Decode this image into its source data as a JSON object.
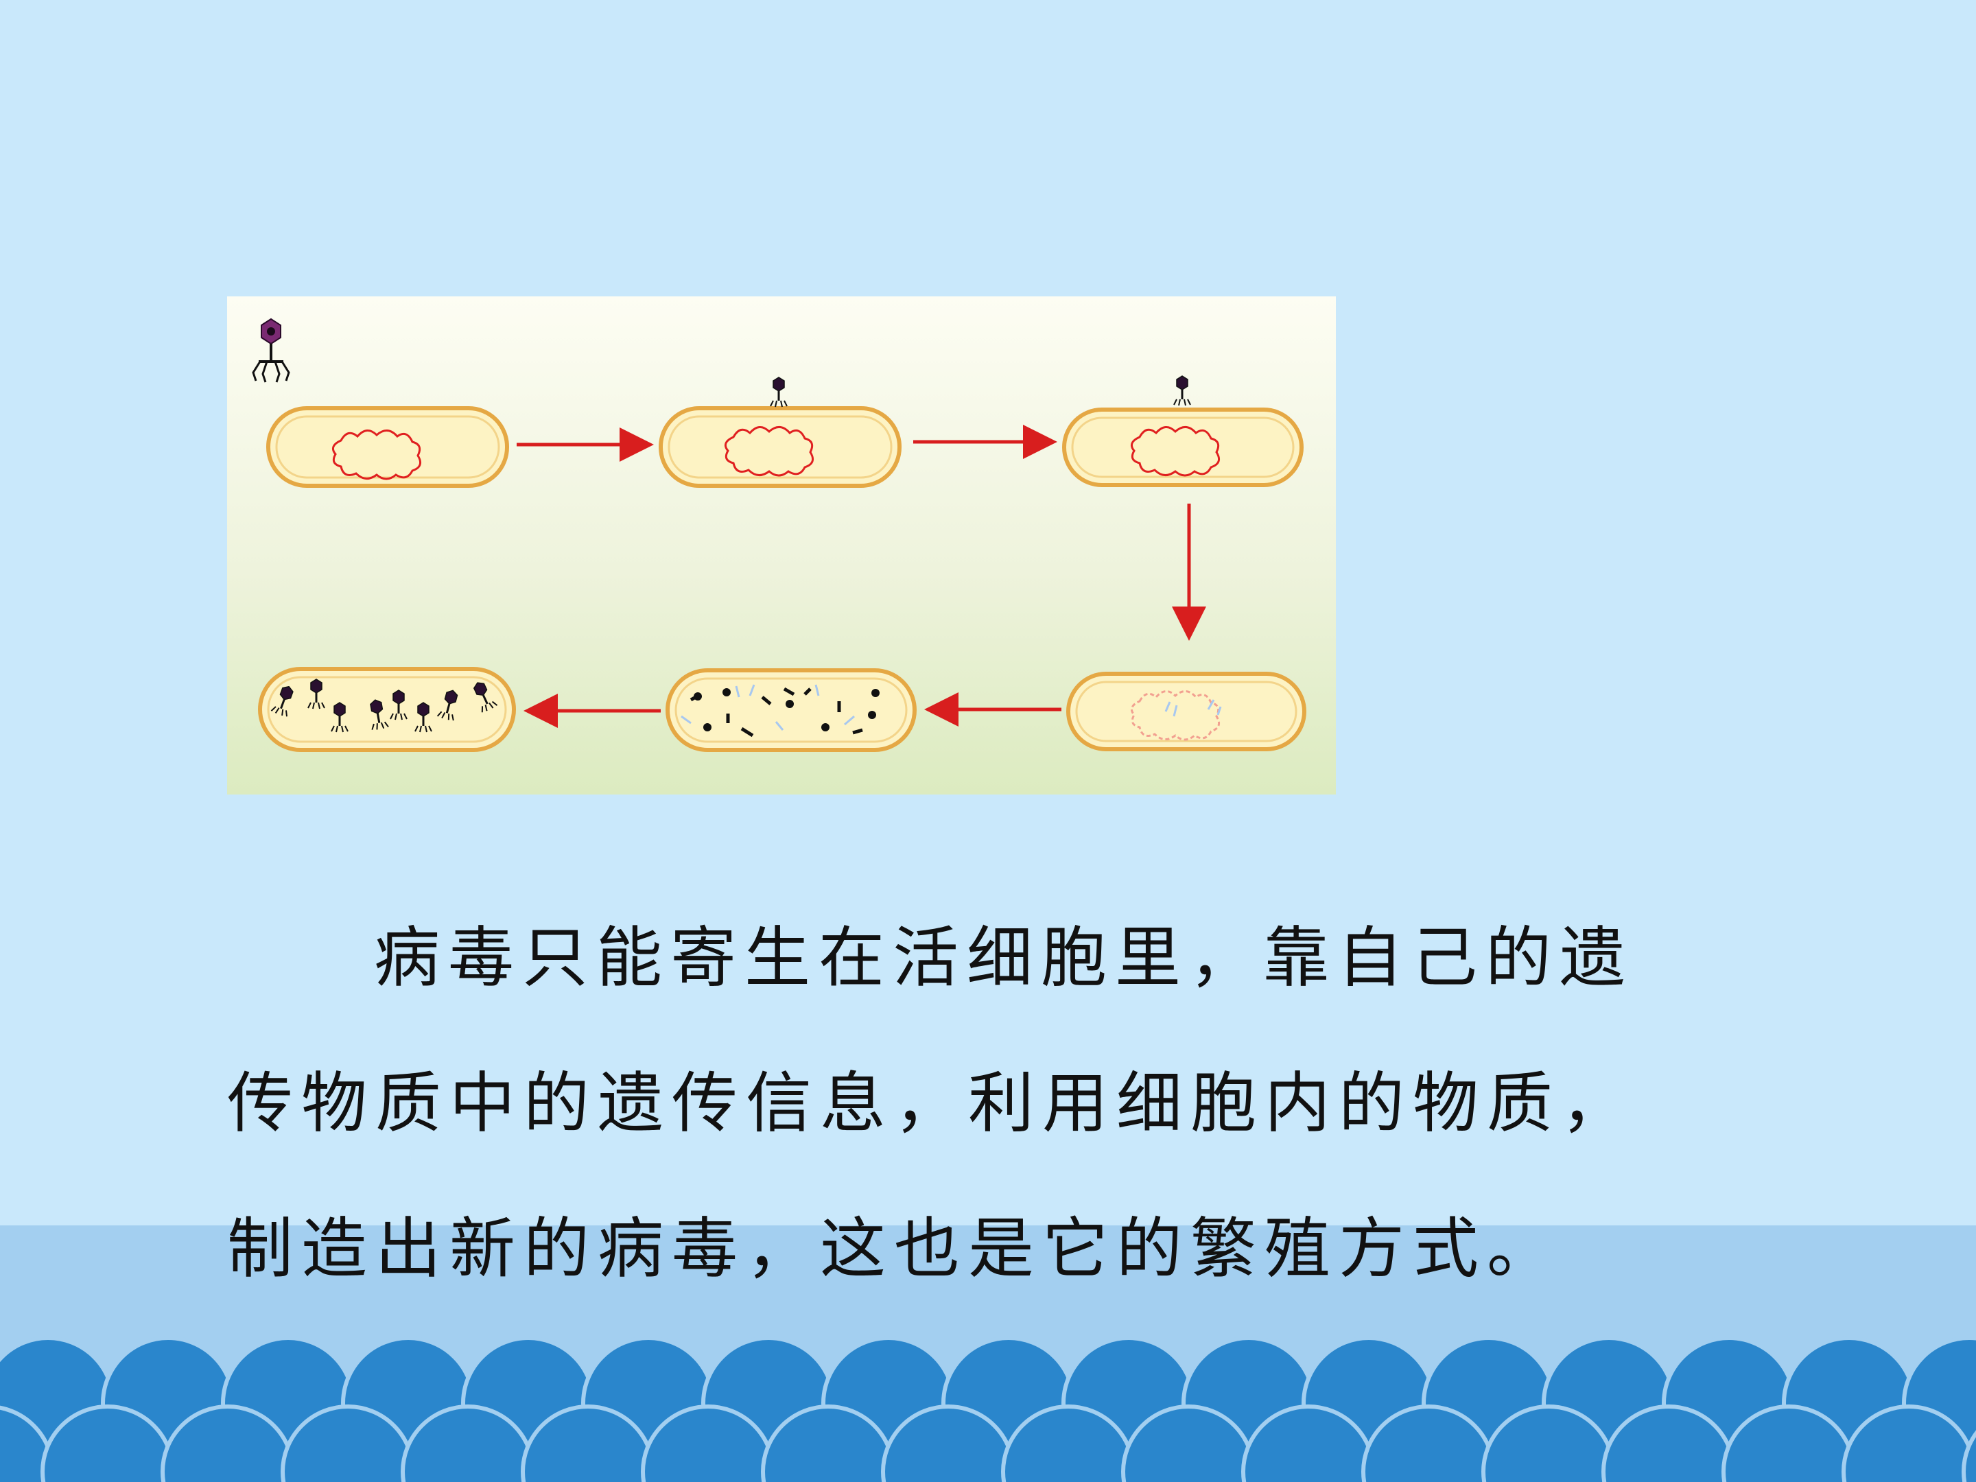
{
  "slide": {
    "background_color": "#c9e8fb",
    "band_color": "#a3cff0",
    "wave_color": "#2a86cc"
  },
  "diagram": {
    "description_icon": "bacteriophage-icon",
    "cell_fill": "#fdf3c4",
    "cell_outline": "#e5a844",
    "dna_color": "#e02020",
    "arrow_color": "#d81e1e",
    "stages": [
      {
        "id": "free-phage"
      },
      {
        "id": "attach"
      },
      {
        "id": "inject"
      },
      {
        "id": "dna-degraded"
      },
      {
        "id": "parts-synthesized"
      },
      {
        "id": "assembly"
      }
    ]
  },
  "caption": {
    "line1": "病毒只能寄生在活细胞里，靠自己的遗",
    "line2": "传物质中的遗传信息，利用细胞内的物质，",
    "line3": "制造出新的病毒，这也是它的繁殖方式。"
  }
}
